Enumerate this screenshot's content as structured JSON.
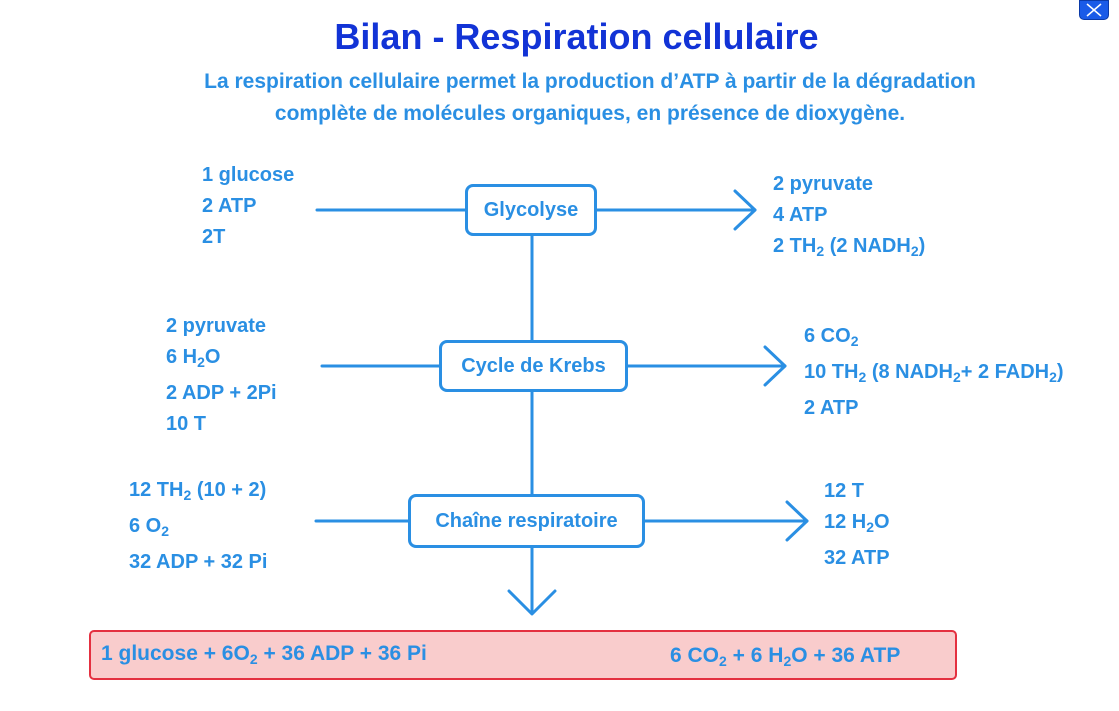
{
  "title": "Bilan - Respiration cellulaire",
  "subtitle": {
    "line1": "La respiration cellulaire permet la production d’ATP à partir de la dégradation",
    "line2": "complète de molécules organiques, en présence de dioxygène."
  },
  "steps": {
    "glycolysis": {
      "label": "Glycolyse",
      "inputs": [
        "1 glucose",
        "2 ATP",
        "2T"
      ],
      "outputs": [
        "2 pyruvate",
        "4 ATP",
        "2 TH₂ (2 NADH₂)"
      ]
    },
    "krebs": {
      "label": "Cycle de Krebs",
      "inputs": [
        "2 pyruvate",
        "6 H₂O",
        "2 ADP + 2Pi",
        "10 T"
      ],
      "outputs": [
        "6 CO₂",
        "10 TH₂ (8 NADH₂+ 2 FADH₂)",
        "2 ATP"
      ]
    },
    "chain": {
      "label": "Chaîne respiratoire",
      "inputs": [
        "12  TH₂ (10 + 2)",
        "6 O₂",
        "32 ADP + 32 Pi"
      ],
      "outputs": [
        "12 T",
        "12 H₂O",
        "32 ATP"
      ]
    }
  },
  "summary": {
    "left": "1 glucose + 6O₂ + 36 ADP + 36 Pi",
    "right": "6 CO₂ + 6 H₂O + 36 ATP"
  },
  "colors": {
    "title": "#1233d6",
    "text": "#2a8fe3",
    "summary_background": "#f9cccc",
    "summary_border": "#e43040"
  },
  "icons": {
    "close": "close-icon"
  }
}
